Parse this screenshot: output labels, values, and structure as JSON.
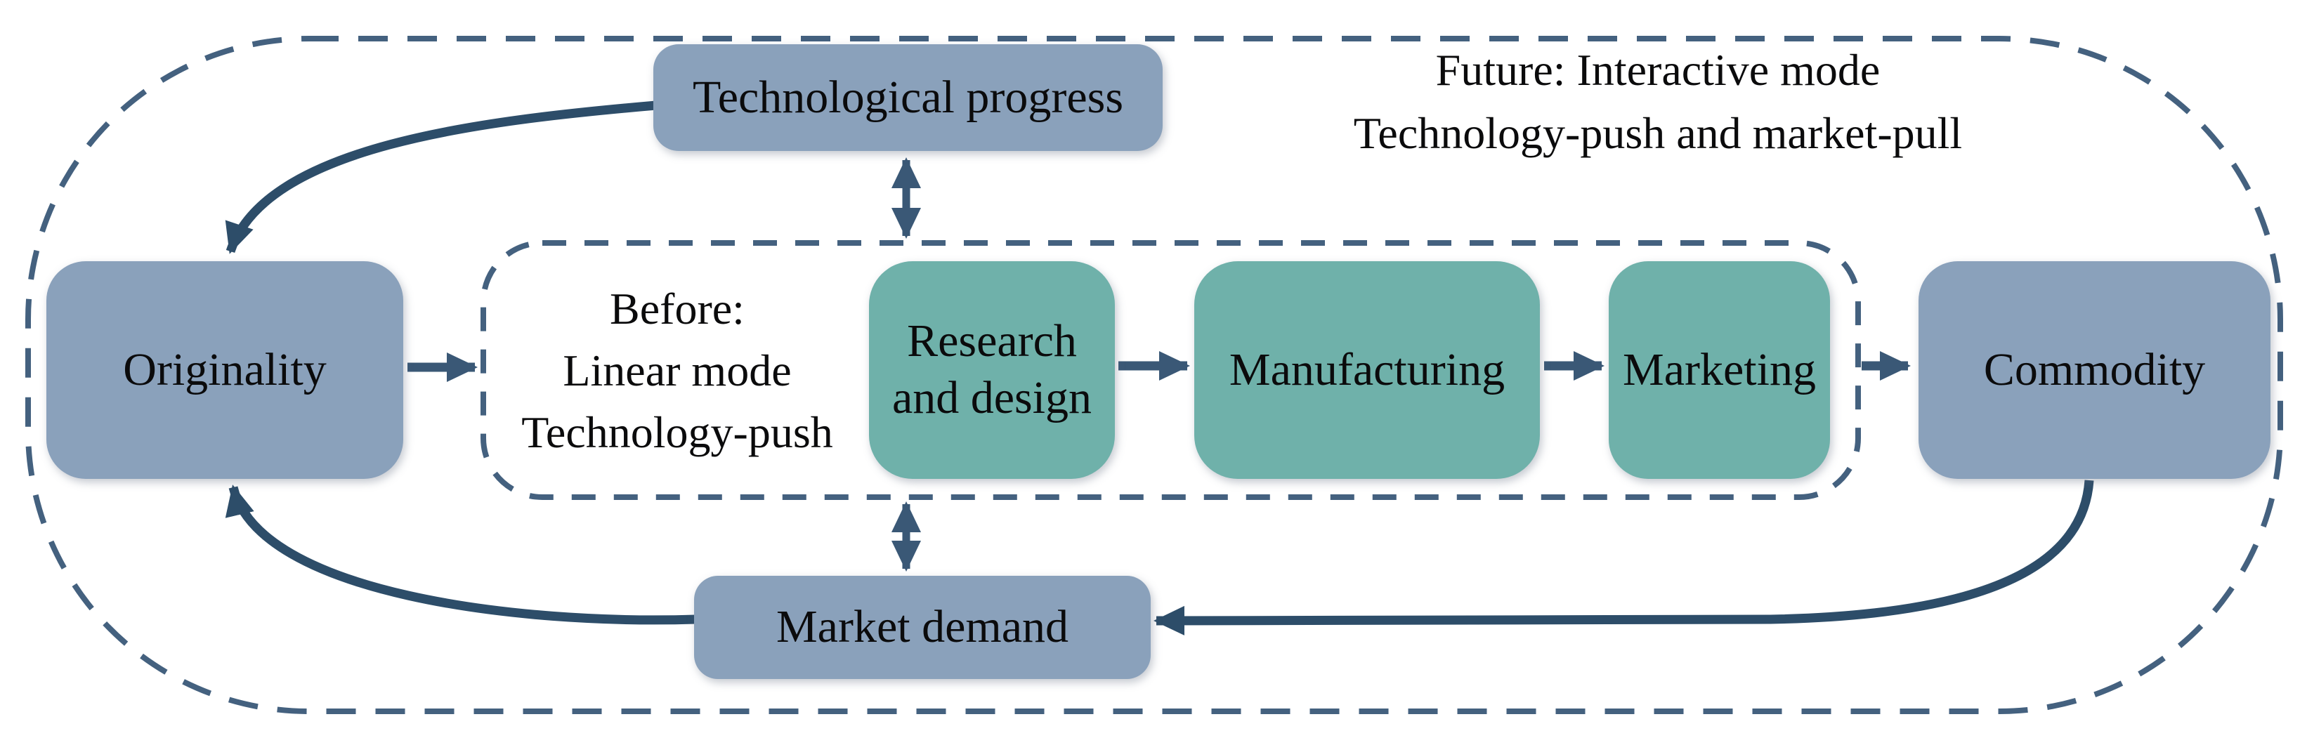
{
  "figure": {
    "type": "flow-diagram",
    "captions": {
      "future": {
        "line1": "Future: Interactive mode",
        "line2": "Technology-push and market-pull"
      },
      "before": {
        "line1": "Before:",
        "line2": "Linear mode",
        "line3": "Technology-push"
      }
    },
    "nodes": {
      "technological_progress": "Technological progress",
      "originality": "Originality",
      "research_and_design": "Research and design",
      "manufacturing": "Manufacturing",
      "marketing": "Marketing",
      "commodity": "Commodity",
      "market_demand": "Market demand"
    },
    "colors": {
      "node_primary": "#8AA1BB",
      "node_process": "#6FB1AA",
      "arrow_straight": "#3A5876",
      "arrow_curve": "#2D4D69",
      "boundary_dash": "#44617F"
    }
  }
}
